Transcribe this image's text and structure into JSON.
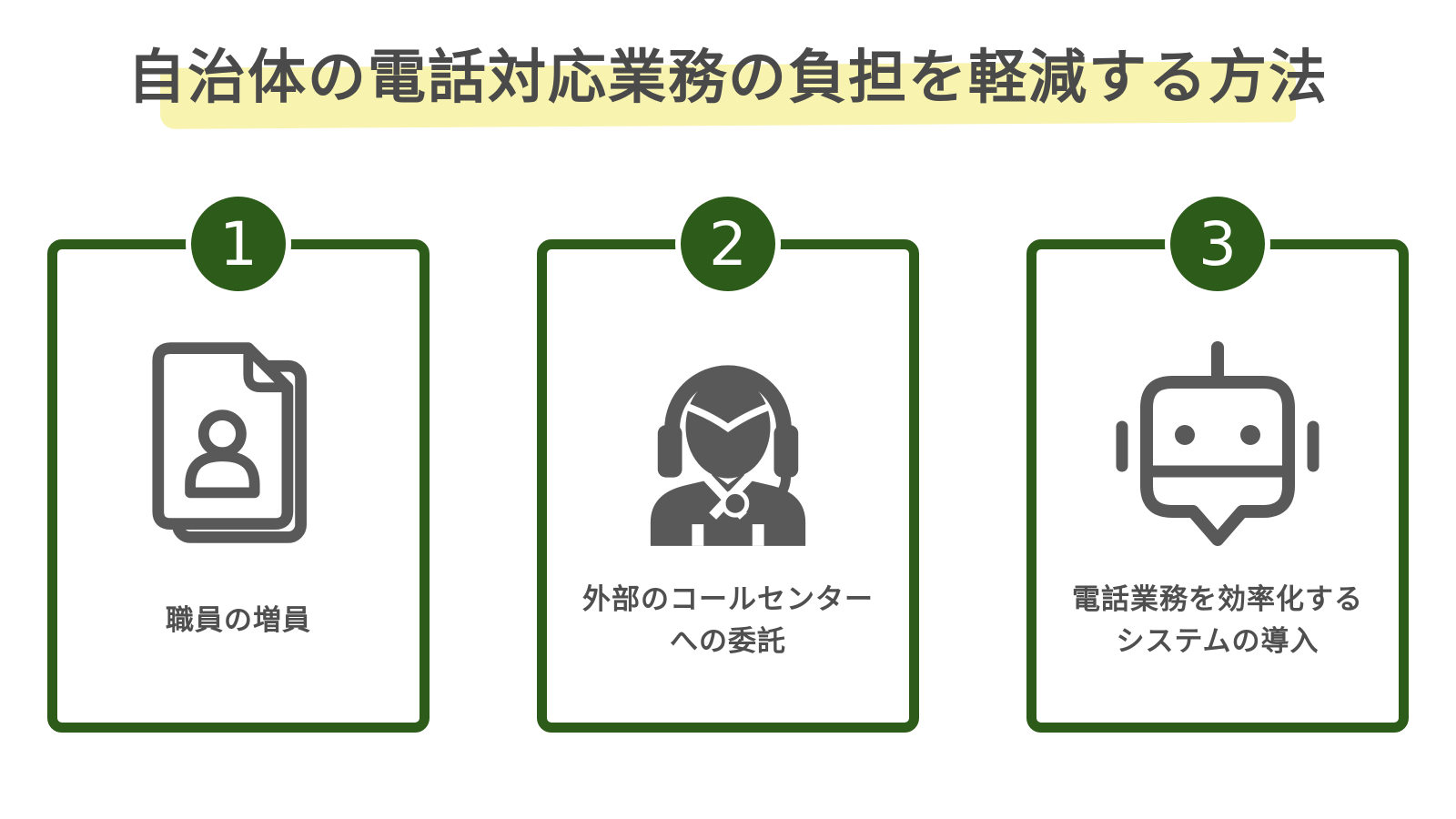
{
  "page": {
    "background_color": "#ffffff"
  },
  "title": {
    "text": "自治体の電話対応業務の負担を軽減する方法",
    "text_color": "#4a4a4a",
    "highlight_color": "#f8f3ae"
  },
  "theme": {
    "card_border_color": "#2d5b1a",
    "badge_color": "#2d5b1a",
    "badge_text_color": "#ffffff",
    "icon_color": "#595959",
    "label_color": "#4f4f4f"
  },
  "cards": [
    {
      "number": "1",
      "icon": "staff-documents-icon",
      "lines": [
        "職員の増員"
      ]
    },
    {
      "number": "2",
      "icon": "call-center-operator-icon",
      "lines": [
        "外部のコールセンター",
        "への委託"
      ]
    },
    {
      "number": "3",
      "icon": "robot-system-icon",
      "lines": [
        "電話業務を効率化する",
        "システムの導入"
      ]
    }
  ]
}
